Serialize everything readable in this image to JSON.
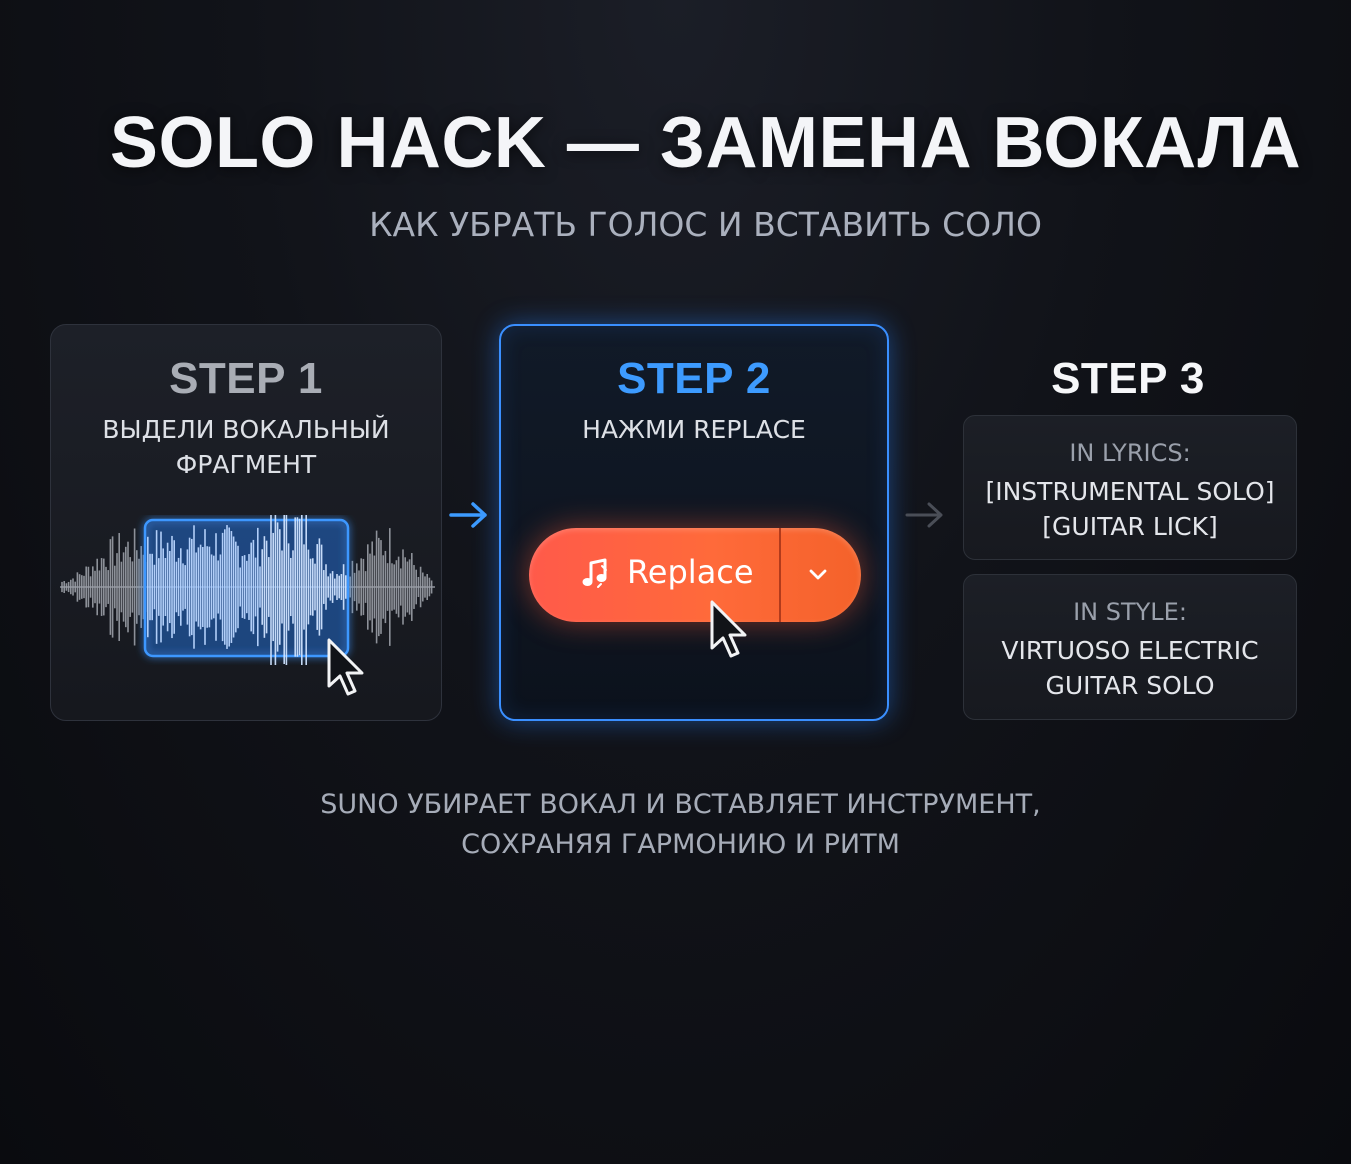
{
  "header": {
    "title": "SOLO HACK — ЗАМЕНА ВОКАЛА",
    "subtitle": "КАК УБРАТЬ ГОЛОС И ВСТАВИТЬ СОЛО"
  },
  "steps": [
    {
      "label": "STEP 1",
      "description_lines": [
        "ВЫДЕЛИ ВОКАЛЬНЫЙ",
        "ФРАГМЕНТ"
      ]
    },
    {
      "label": "STEP 2",
      "description_lines": [
        "НАЖМИ REPLACE"
      ],
      "button": {
        "label": "Replace",
        "icon": "music-note-icon",
        "dropdown_icon": "chevron-down-icon"
      }
    },
    {
      "label": "STEP 3",
      "lyrics_box": {
        "heading": "IN LYRICS:",
        "lines": [
          "[INSTRUMENTAL SOLO]",
          "[GUITAR LICK]"
        ]
      },
      "style_box": {
        "heading": "IN STYLE:",
        "lines": [
          "VIRTUOSO ELECTRIC",
          "GUITAR SOLO"
        ]
      }
    }
  ],
  "footer": {
    "lines": [
      "SUNO УБИРАЕТ ВОКАЛ И ВСТАВЛЯЕТ ИНСТРУМЕНТ,",
      "СОХРАНЯЯ ГАРМОНИЮ И РИТМ"
    ]
  },
  "colors": {
    "accent_blue": "#3d9bff",
    "accent_orange": "#ff5a3c",
    "waveform_gray": "#9a9ea6",
    "waveform_blue": "#5aa8ff"
  },
  "icons": [
    "music-note-icon",
    "chevron-down-icon",
    "arrow-right-icon",
    "mouse-cursor-icon"
  ]
}
